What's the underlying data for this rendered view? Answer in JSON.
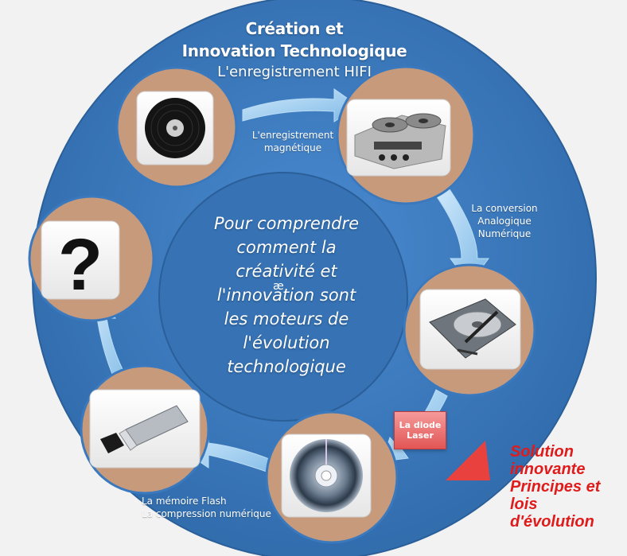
{
  "title": {
    "line1": "Création et",
    "line2": "Innovation Technologique",
    "line3": "L'enregistrement HIFI"
  },
  "center": {
    "lines": [
      "Pour comprendre",
      "comment la",
      "créativité et",
      "l'innovation sont",
      "les moteurs de",
      "l'évolution",
      "technologique"
    ],
    "stray_glyph": "æ"
  },
  "labels": {
    "magnetique": [
      "L'enregistrement",
      "magnétique"
    ],
    "conversion": [
      "La conversion",
      "Analogique",
      "Numérique"
    ],
    "laser": [
      "La diode",
      "Laser"
    ],
    "flash": [
      "La mémoire Flash",
      "La compression numérique"
    ]
  },
  "nodes": [
    {
      "id": "vinyl",
      "icon": "vinyl-record-icon"
    },
    {
      "id": "tape",
      "icon": "reel-tape-recorder-icon"
    },
    {
      "id": "hdd",
      "icon": "hard-disk-icon"
    },
    {
      "id": "cd",
      "icon": "compact-disc-icon"
    },
    {
      "id": "usb",
      "icon": "usb-flash-drive-icon"
    },
    {
      "id": "unknown",
      "icon": "question-mark-icon",
      "glyph": "?"
    }
  ],
  "solution": {
    "lines": [
      "Solution",
      "innovante",
      "Principes et",
      "lois",
      "d'évolution"
    ]
  },
  "colors": {
    "big_circle": "#3a79be",
    "inner_circle": "#3571b3",
    "node_circle": "#c79a7c",
    "arrow": "#8fc6ee",
    "laser_box": "#e25555",
    "solution_text": "#e01b1b",
    "triangle": "#e8413e"
  }
}
